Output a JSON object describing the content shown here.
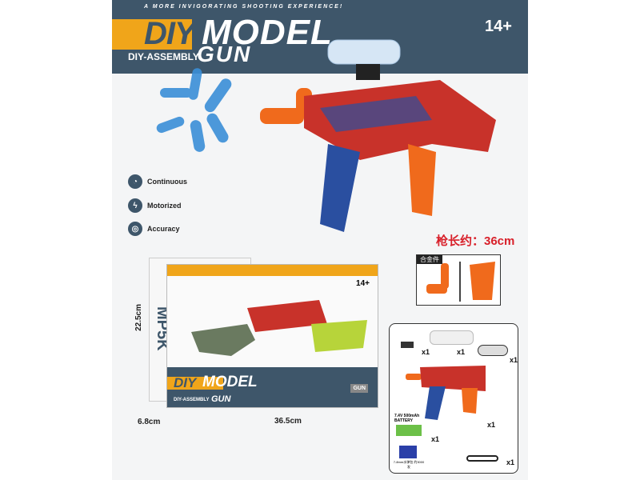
{
  "banner": {
    "slogan": "A MORE INVIGORATING SHOOTING EXPERIENCE!",
    "title_diy": "DIY",
    "title_model": "MODEL",
    "subtitle": "DIY-ASSEMBLY",
    "title_gun": "GUN",
    "age": "14+"
  },
  "features": [
    {
      "icon": "dial-icon",
      "label": "Continuous"
    },
    {
      "icon": "lightning-icon",
      "label": "Motorized"
    },
    {
      "icon": "target-icon",
      "label": "Accuracy"
    }
  ],
  "gun_length": "枪长约：36cm",
  "alloy_parts": {
    "label": "合金件"
  },
  "package": {
    "model": "MP5K",
    "age": "14+",
    "title_diy": "DIY",
    "title_model": "MODEL",
    "subtitle": "DIY-ASSEMBLY",
    "title_gun": "GUN",
    "badge": "GUN",
    "height": "22.5cm",
    "depth": "6.8cm",
    "width": "36.5cm"
  },
  "contents": {
    "items": [
      {
        "qty": "x1"
      },
      {
        "qty": "x1"
      },
      {
        "qty": "x1"
      },
      {
        "qty": "x1"
      },
      {
        "label": "7.4V 500mAh BATTERY",
        "qty": "x1"
      },
      {
        "label": "7-8mm水弹包 约3000发"
      },
      {
        "qty": "x1"
      }
    ]
  },
  "colors": {
    "banner": "#3e566a",
    "accent": "#f0a51a",
    "length_text": "#d8202a",
    "gun_orange": "#f06a1c"
  }
}
